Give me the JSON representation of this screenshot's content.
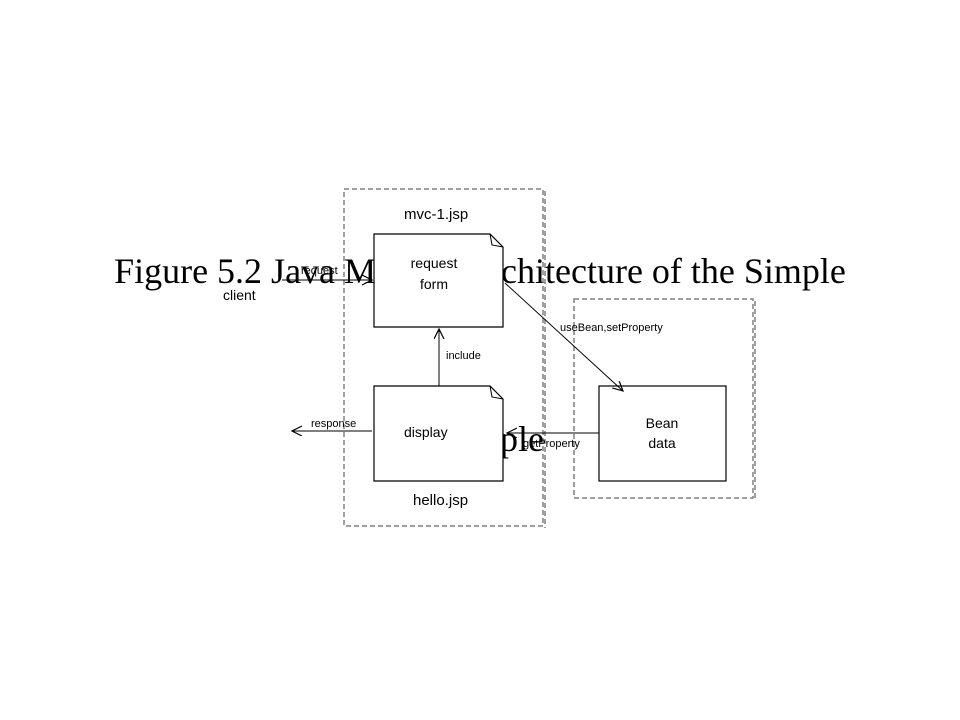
{
  "title": {
    "line1": "Figure 5.2 Java MVC-1 Architecture of the Simple",
    "line2": "Example"
  },
  "diagram": {
    "client_label": "client",
    "mvc_container_top_label": "mvc-1.jsp",
    "mvc_container_bottom_label": "hello.jsp",
    "request_form": {
      "line1": "request",
      "line2": "form"
    },
    "display_label": "display",
    "bean": {
      "line1": "Bean",
      "line2": "data"
    },
    "arrows": {
      "request": "request",
      "response": "response",
      "include": "include",
      "use_bean": "useBean,setProperty",
      "get_property": "getProperty"
    }
  },
  "colors": {
    "line": "#000000",
    "dashed_border": "#808080",
    "background": "#ffffff"
  }
}
